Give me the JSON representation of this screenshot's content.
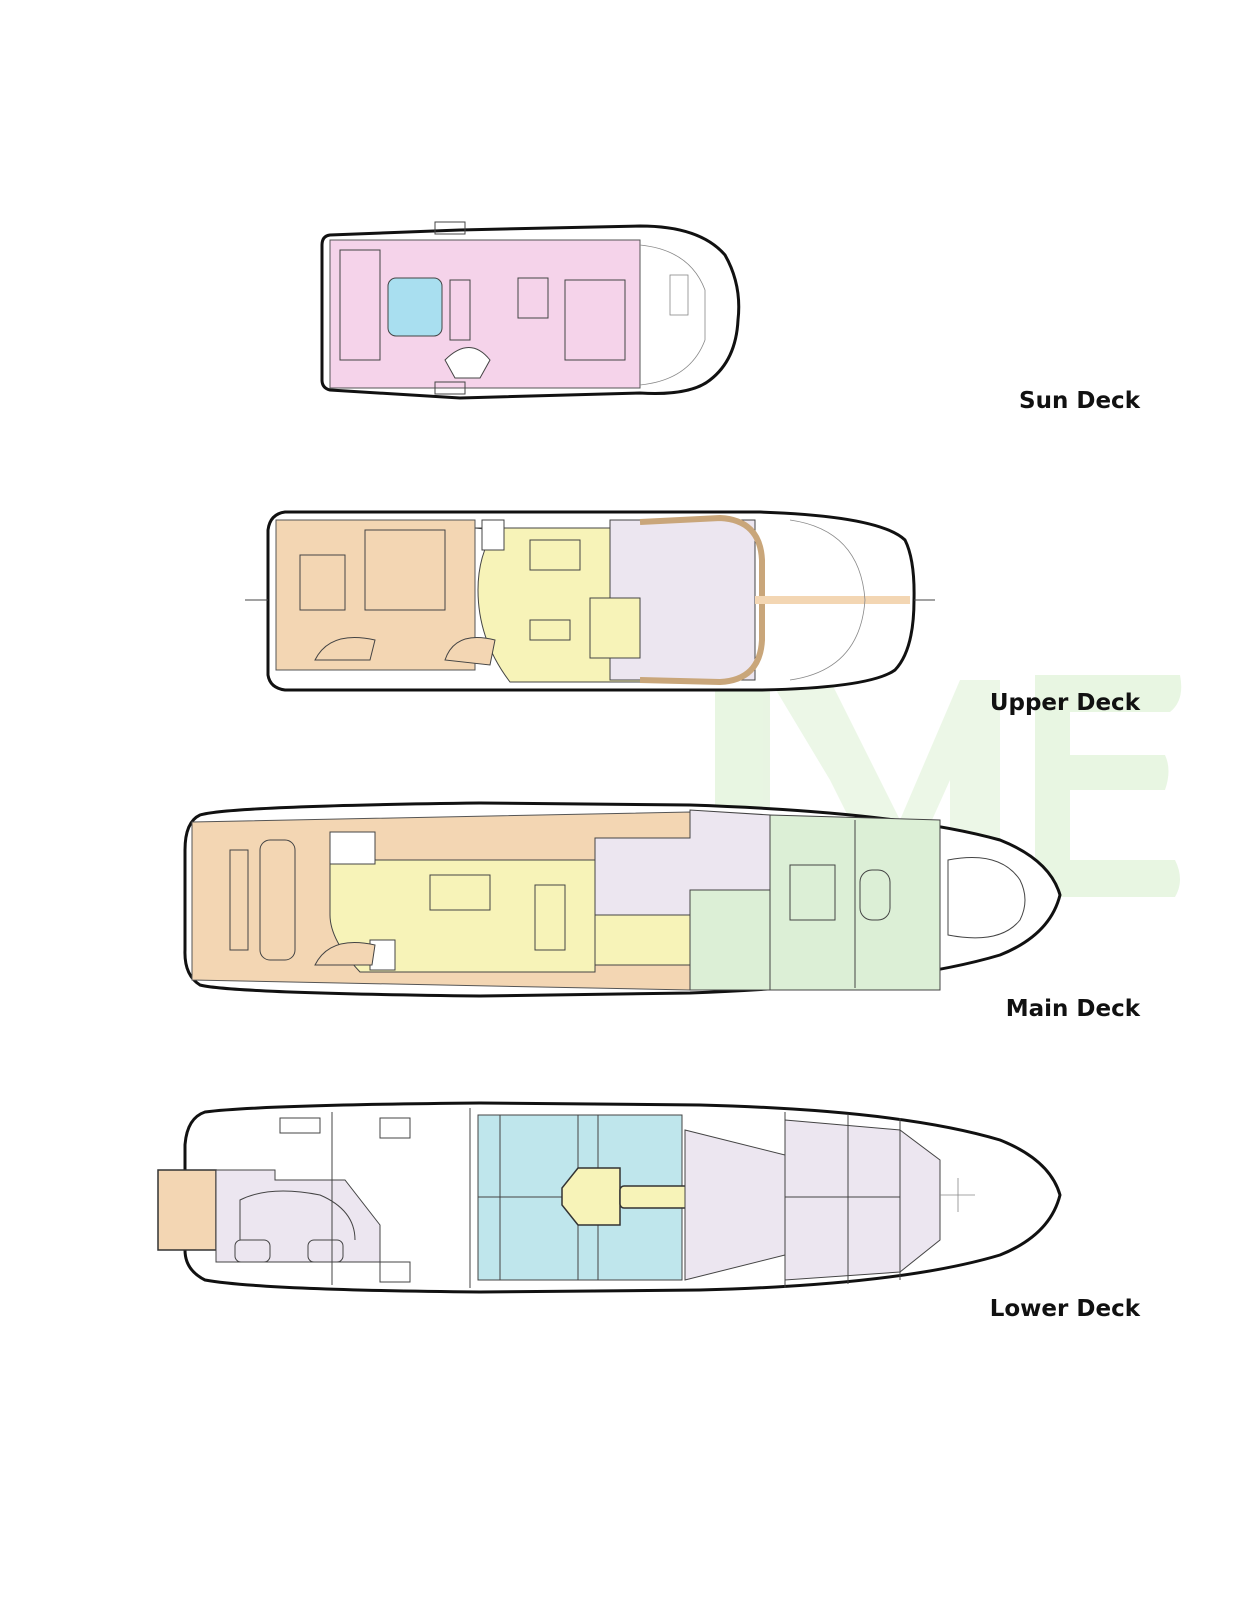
{
  "title": "Yacht Deck Plans",
  "watermark": "ME",
  "decks": [
    {
      "id": "sun",
      "label": "Sun Deck"
    },
    {
      "id": "upper",
      "label": "Upper Deck"
    },
    {
      "id": "main",
      "label": "Main Deck"
    },
    {
      "id": "lower",
      "label": "Lower Deck"
    }
  ],
  "colors": {
    "guest_area_sun": "#f5d3ea",
    "exterior_deck": "#f3d6b3",
    "salon": "#f7f3b8",
    "service": "#ece6f0",
    "owner": "#dcefd6",
    "cabins": "#bfe6ec",
    "jacuzzi": "#a9dff0",
    "watermark": "#e3f3dc"
  }
}
